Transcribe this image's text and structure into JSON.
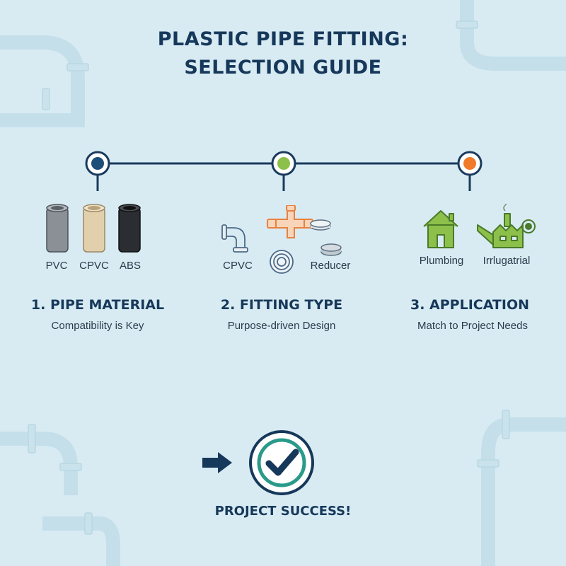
{
  "title": {
    "line1": "PLASTIC PIPE FITTING:",
    "line2": "SELECTION GUIDE"
  },
  "colors": {
    "navy": "#1a3a5c",
    "step1_dot": "#1c4e7a",
    "step2_dot": "#8cc04a",
    "step3_dot": "#f07a2a",
    "check": "#2a9a8a",
    "background": "#d8ebf3"
  },
  "steps": [
    {
      "title": "1. PIPE MATERIAL",
      "subtitle": "Compatibility is Key",
      "items": [
        {
          "label": "PVC",
          "icon": "gray-pipe-icon",
          "color": "#8a9096"
        },
        {
          "label": "CPVC",
          "icon": "beige-pipe-icon",
          "color": "#e2cfac"
        },
        {
          "label": "ABS",
          "icon": "black-pipe-icon",
          "color": "#2a2e33"
        }
      ]
    },
    {
      "title": "2. FITTING TYPE",
      "subtitle": "Purpose-driven Design",
      "items": [
        {
          "label": "CPVC",
          "icon": "elbow-fitting-icon"
        },
        {
          "label": "Reducer",
          "icon": "reducer-fitting-icon"
        }
      ]
    },
    {
      "title": "3. APPLICATION",
      "subtitle": "Match to Project Needs",
      "items": [
        {
          "label": "Plumbing",
          "icon": "house-icon"
        },
        {
          "label": "Irrlugatrial",
          "icon": "watering-can-factory-icon"
        }
      ]
    }
  ],
  "success": {
    "label": "PROJECT SUCCESS!",
    "icon": "checkmark-circle-icon"
  }
}
